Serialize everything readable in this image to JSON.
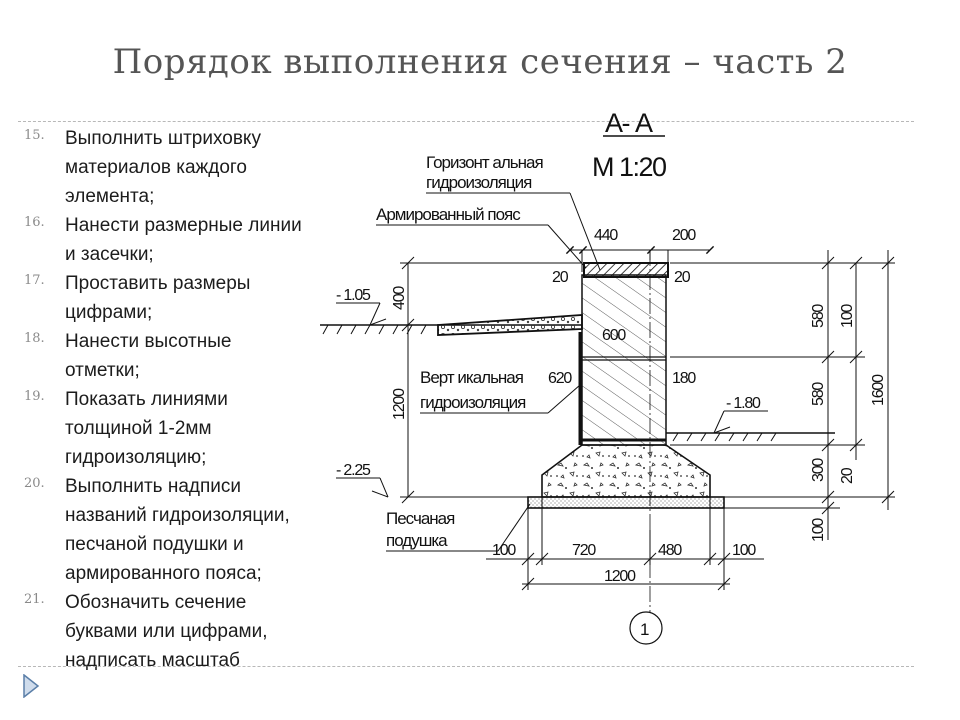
{
  "slide": {
    "title": "Порядок выполнения сечения – часть 2"
  },
  "steps": [
    {
      "num": "15.",
      "text": "Выполнить штриховку материалов каждого элемента;",
      "lines": [
        "Выполнить штриховку",
        "материалов каждого",
        "элемента;"
      ]
    },
    {
      "num": "16.",
      "text": "Нанести размерные линии и засечки;",
      "lines": [
        "Нанести размерные линии",
        "и засечки;"
      ]
    },
    {
      "num": "17.",
      "text": "Проставить размеры цифрами;",
      "lines": [
        "Проставить размеры",
        "цифрами;"
      ]
    },
    {
      "num": "18.",
      "text": "Нанести высотные отметки;",
      "lines": [
        "Нанести высотные",
        "отметки;"
      ]
    },
    {
      "num": "19.",
      "text": "Показать линиями толщиной 1-2мм гидроизоляцию;",
      "lines": [
        "Показать линиями",
        "толщиной 1-2мм",
        "гидроизоляцию;"
      ]
    },
    {
      "num": "20.",
      "text": "Выполнить надписи названий гидроизоляции, песчаной подушки и армированного пояса;",
      "lines": [
        "Выполнить надписи",
        "названий гидроизоляции,",
        "песчаной подушки и",
        "армированного пояса;"
      ]
    },
    {
      "num": "21.",
      "text": "Обозначить сечение буквами или цифрами, надписать масштаб",
      "lines": [
        "Обозначить сечение",
        "буквами или цифрами,",
        "надписать масштаб"
      ]
    }
  ],
  "drawing": {
    "section_name": "А- А",
    "scale": "М 1:20",
    "labels": {
      "horizontal_waterproofing": [
        "Горизонт альная",
        "гидроизоляция"
      ],
      "reinforced_belt": "Армированный пояс",
      "vertical_waterproofing": [
        "Верт икальная",
        "гидроизоляция"
      ],
      "sand_cushion": [
        "Песчаная",
        "подушка"
      ]
    },
    "levels": {
      "ground_left": "- 1.05",
      "ground_right": "- 1.80",
      "footing_base": "- 2.25"
    },
    "dimensions": {
      "top_440": "440",
      "top_200": "200",
      "belt_left_20": "20",
      "belt_right_20": "20",
      "left_400": "400",
      "left_1200": "1200",
      "wall_600": "600",
      "wall_620": "620",
      "wall_180": "180",
      "right_580a": "580",
      "right_100a": "100",
      "right_580b": "580",
      "right_1600": "1600",
      "right_300": "300",
      "right_20": "20",
      "right_100b": "100",
      "bottom_100a": "100",
      "bottom_720": "720",
      "bottom_480": "480",
      "bottom_100b": "100",
      "bottom_1200": "1200"
    },
    "axis_marker": "1"
  },
  "colors": {
    "title": "#555555",
    "text": "#1c1c1c",
    "number": "#8a8a8a",
    "accent": "#5b7fa8",
    "rule": "#b8b8b8"
  }
}
